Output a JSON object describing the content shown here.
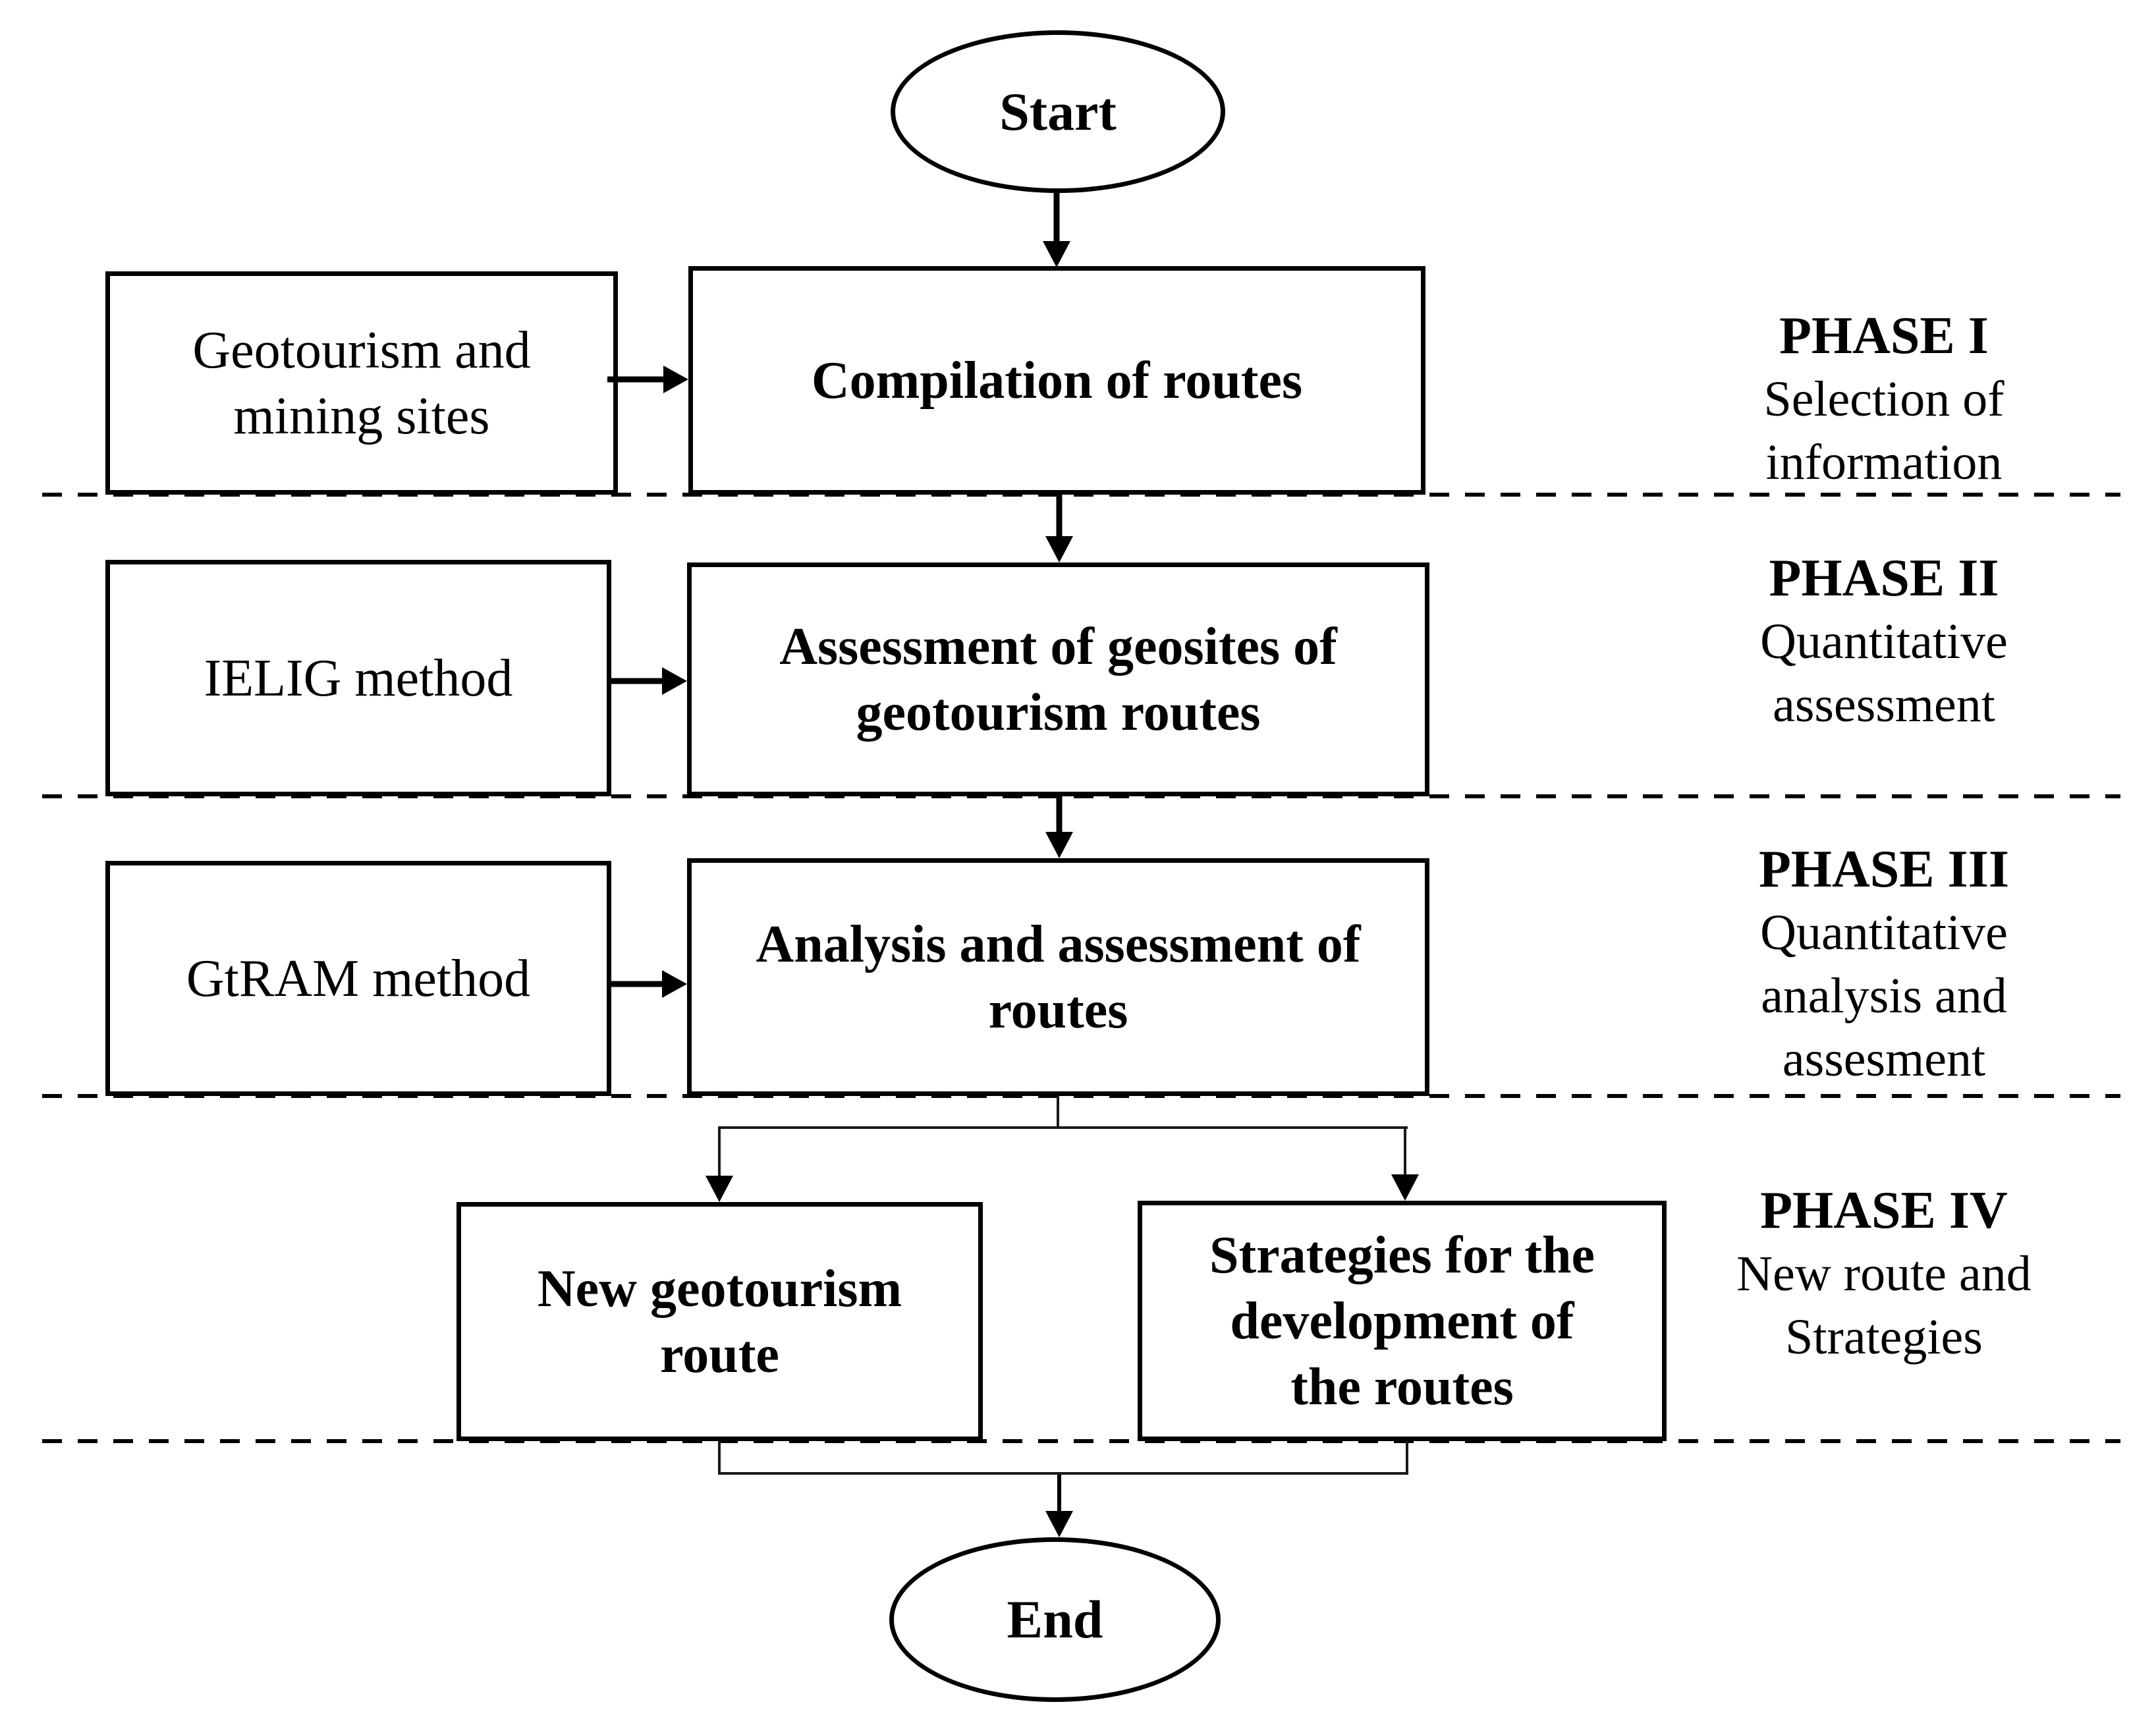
{
  "flowchart": {
    "start_label": "Start",
    "end_label": "End",
    "nodes": {
      "geotourism_sites": {
        "label": "Geotourism and\nmining sites"
      },
      "compilation": {
        "label": "Compilation of routes"
      },
      "ielig": {
        "label": "IELIG method"
      },
      "assessment": {
        "label": "Assessment of geosites of\ngeotourism routes"
      },
      "gtram": {
        "label": "GtRAM method"
      },
      "analysis": {
        "label": "Analysis and assessment of\nroutes"
      },
      "new_route": {
        "label": "New geotourism\nroute"
      },
      "strategies": {
        "label": "Strategies for the\ndevelopment of\nthe routes"
      }
    },
    "phases": [
      {
        "title": "PHASE I",
        "description": "Selection of\ninformation"
      },
      {
        "title": "PHASE II",
        "description": "Quantitative\nassessment"
      },
      {
        "title": "PHASE III",
        "description": "Quantitative\nanalysis and\nassesment"
      },
      {
        "title": "PHASE IV",
        "description": "New route and\nStrategies"
      }
    ],
    "colors": {
      "ink": "#000000",
      "background": "#ffffff"
    }
  }
}
